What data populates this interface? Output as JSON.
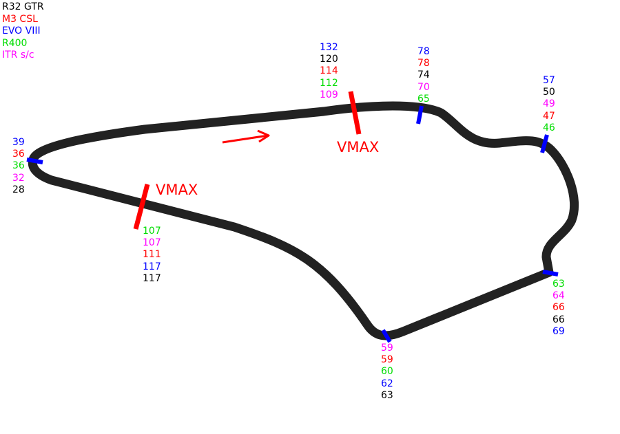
{
  "legend": [
    {
      "label": "R32 GTR",
      "color": "#000000"
    },
    {
      "label": "M3 CSL",
      "color": "#ff0000"
    },
    {
      "label": "EVO VIII",
      "color": "#0000ff"
    },
    {
      "label": "R400",
      "color": "#00dd00"
    },
    {
      "label": "ITR s/c",
      "color": "#ff00ff"
    }
  ],
  "colors": {
    "track": "#222222",
    "vmax_marker": "#ff0000",
    "corner_marker": "#0000ff",
    "direction_arrow": "#ff0000"
  },
  "vmax_labels": [
    "VMAX",
    "VMAX"
  ],
  "speed_groups": [
    {
      "id": "hairpin-left",
      "entries": [
        [
          "39",
          "#0000ff"
        ],
        [
          "36",
          "#ff0000"
        ],
        [
          "36",
          "#00dd00"
        ],
        [
          "32",
          "#ff00ff"
        ],
        [
          "28",
          "#000000"
        ]
      ]
    },
    {
      "id": "back-straight",
      "entries": [
        [
          "107",
          "#00dd00"
        ],
        [
          "107",
          "#ff00ff"
        ],
        [
          "111",
          "#ff0000"
        ],
        [
          "117",
          "#0000ff"
        ],
        [
          "117",
          "#000000"
        ]
      ]
    },
    {
      "id": "top-straight",
      "entries": [
        [
          "132",
          "#0000ff"
        ],
        [
          "120",
          "#000000"
        ],
        [
          "114",
          "#ff0000"
        ],
        [
          "112",
          "#00dd00"
        ],
        [
          "109",
          "#ff00ff"
        ]
      ]
    },
    {
      "id": "top-right-bend",
      "entries": [
        [
          "78",
          "#0000ff"
        ],
        [
          "78",
          "#ff0000"
        ],
        [
          "74",
          "#000000"
        ],
        [
          "70",
          "#ff00ff"
        ],
        [
          "65",
          "#00dd00"
        ]
      ]
    },
    {
      "id": "far-right",
      "entries": [
        [
          "57",
          "#0000ff"
        ],
        [
          "50",
          "#000000"
        ],
        [
          "49",
          "#ff00ff"
        ],
        [
          "47",
          "#ff0000"
        ],
        [
          "46",
          "#00dd00"
        ]
      ]
    },
    {
      "id": "bottom-right",
      "entries": [
        [
          "63",
          "#00dd00"
        ],
        [
          "64",
          "#ff00ff"
        ],
        [
          "66",
          "#ff0000"
        ],
        [
          "66",
          "#000000"
        ],
        [
          "69",
          "#0000ff"
        ]
      ]
    },
    {
      "id": "bottom",
      "entries": [
        [
          "59",
          "#ff00ff"
        ],
        [
          "59",
          "#ff0000"
        ],
        [
          "60",
          "#00dd00"
        ],
        [
          "62",
          "#0000ff"
        ],
        [
          "63",
          "#000000"
        ]
      ]
    }
  ]
}
